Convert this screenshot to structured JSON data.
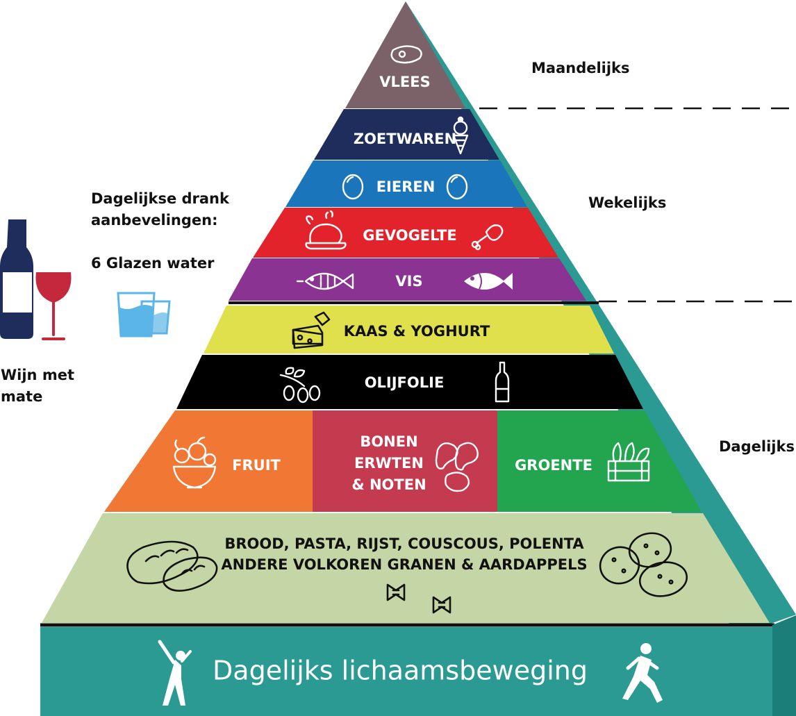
{
  "colors": {
    "vlees": "#7b6268",
    "zoetwaren": "#1f2d5c",
    "eieren": "#1b75bb",
    "gevogelte": "#e3232c",
    "vis": "#8b3393",
    "kaas": "#dfe04b",
    "olijfolie": "#000000",
    "fruit": "#f07834",
    "bonen": "#c43a4f",
    "groente": "#23a54f",
    "granen": "#c4d6a5",
    "teal": "#2a9a92",
    "teal_dark": "#1b7e78",
    "wine": "#c4283c",
    "bottle": "#1f2d5c",
    "water": "#5bb5e6"
  },
  "tiers": {
    "vlees": "VLEES",
    "zoetwaren": "ZOETWAREN",
    "eieren": "EIEREN",
    "gevogelte": "GEVOGELTE",
    "vis": "VIS",
    "kaas": "KAAS & YOGHURT",
    "olijfolie": "OLIJFOLIE",
    "fruit": "FRUIT",
    "bonen_line1": "BONEN",
    "bonen_line2": "ERWTEN",
    "bonen_line3": "& NOTEN",
    "groente": "GROENTE",
    "granen_line1": "BROOD, PASTA, RIJST, COUSCOUS, POLENTA",
    "granen_line2": "ANDERE VOLKOREN GRANEN & AARDAPPELS"
  },
  "frequency": {
    "monthly": "Maandelijks",
    "weekly": "Wekelijks",
    "daily": "Dagelijks"
  },
  "drinks": {
    "heading_line1": "Dagelijkse drank",
    "heading_line2": "aanbevelingen:",
    "water": "6 Glazen water",
    "wine_line1": "Wijn met",
    "wine_line2": "mate"
  },
  "base": {
    "label": "Dagelijks lichaamsbeweging"
  },
  "icons": {
    "vlees": "steak-icon",
    "zoetwaren": "ice-cream-icon",
    "eieren": "egg-icon",
    "gevogelte": "roast-chicken-icon",
    "gevogelte_right": "chicken-leg-icon",
    "vis": "fish-icon",
    "kaas": "cheese-icon",
    "olijfolie_left": "olive-branch-icon",
    "olijfolie_right": "oil-bottle-icon",
    "fruit": "fruit-bowl-icon",
    "bonen": "beans-icon",
    "groente": "vegetable-crate-icon",
    "granen_left": "bread-icon",
    "granen_center": "pasta-icon",
    "granen_right": "potato-icon",
    "base_left": "dancer-icon",
    "base_right": "runner-icon",
    "drink_wine": "wine-bottle-glass-icon",
    "drink_water": "water-glasses-icon"
  }
}
